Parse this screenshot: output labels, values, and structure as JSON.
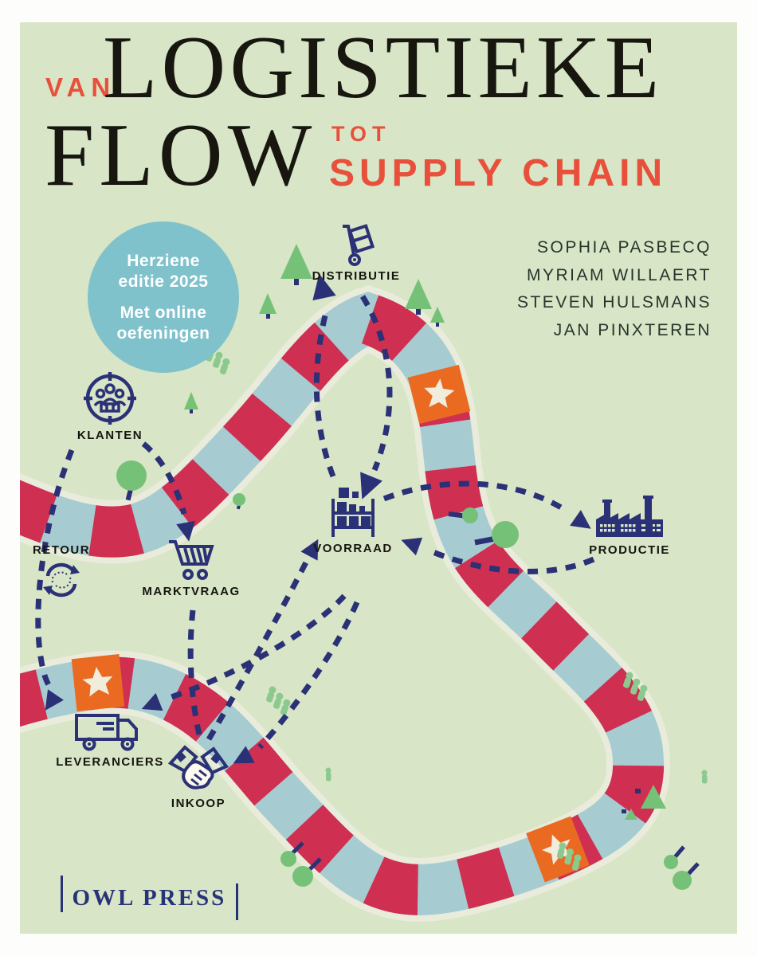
{
  "cover": {
    "title": {
      "word_van": "VAN",
      "word_logistieke": "LOGISTIEKE",
      "word_flow": "FLOW",
      "word_tot": "TOT",
      "word_supply_chain": "SUPPLY CHAIN"
    },
    "badge": {
      "edition": "Herziene\neditie 2025",
      "online": "Met online\noefeningen"
    },
    "authors": [
      "SOPHIA PASBECQ",
      "MYRIAM WILLAERT",
      "STEVEN HULSMANS",
      "JAN PINXTEREN"
    ],
    "publisher": "OWL PRESS"
  },
  "diagram": {
    "nodes": [
      {
        "id": "distributie",
        "label": "DISTRIBUTIE",
        "icon": "hand-truck-icon"
      },
      {
        "id": "klanten",
        "label": "KLANTEN",
        "icon": "customers-target-icon"
      },
      {
        "id": "retour",
        "label": "RETOUR",
        "icon": "return-arrows-icon"
      },
      {
        "id": "marktvraag",
        "label": "MARKTVRAAG",
        "icon": "shopping-cart-icon"
      },
      {
        "id": "voorraad",
        "label": "VOORRAAD",
        "icon": "warehouse-rack-icon"
      },
      {
        "id": "productie",
        "label": "PRODUCTIE",
        "icon": "factory-icon"
      },
      {
        "id": "leveranciers",
        "label": "LEVERANCIERS",
        "icon": "delivery-truck-icon"
      },
      {
        "id": "inkoop",
        "label": "INKOOP",
        "icon": "handshake-icon"
      }
    ],
    "edges": [
      {
        "from": "distributie",
        "to": "voorraad"
      },
      {
        "from": "voorraad",
        "to": "distributie"
      },
      {
        "from": "voorraad",
        "to": "productie"
      },
      {
        "from": "productie",
        "to": "voorraad"
      },
      {
        "from": "klanten",
        "to": "marktvraag"
      },
      {
        "from": "klanten",
        "to": "leveranciers"
      },
      {
        "from": "marktvraag",
        "to": "leveranciers"
      },
      {
        "from": "marktvraag",
        "to": "inkoop"
      },
      {
        "from": "voorraad",
        "to": "inkoop"
      },
      {
        "from": "inkoop",
        "to": "voorraad"
      }
    ],
    "board": {
      "star_tiles": 3,
      "tile_colors_alternating": [
        "red",
        "blue"
      ]
    }
  },
  "colors": {
    "background": "#d8e5c6",
    "page_margin": "#fdfdfb",
    "track_blue": "#a6ccd1",
    "track_border": "#e9ebdb",
    "tile_red": "#cf2f50",
    "tile_star_orange": "#ea6a21",
    "star_cream": "#f0eddc",
    "navy": "#2b3176",
    "badge_teal": "#7fc2cc",
    "accent_red": "#e8503c",
    "ink": "#17170f",
    "tree_green": "#76c178",
    "people_green": "#8cc98f",
    "publisher_navy": "#273377"
  }
}
